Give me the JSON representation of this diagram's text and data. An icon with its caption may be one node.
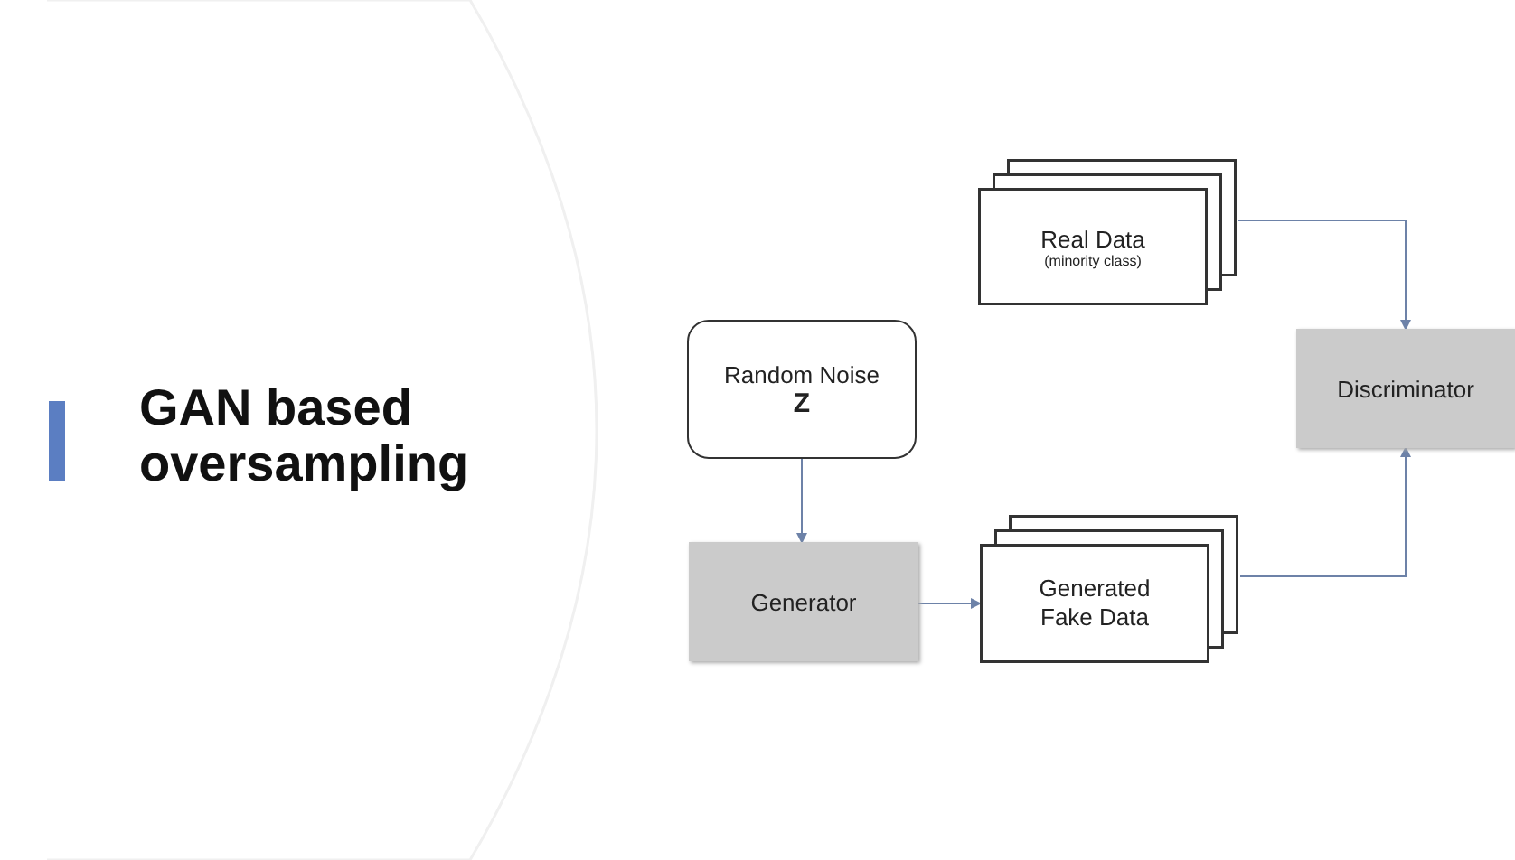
{
  "diagram": {
    "title": "GAN based oversampling",
    "nodes": [
      {
        "text": [
          "Real Data",
          "(minority class)"
        ]
      },
      {
        "text": [
          "Random Noise",
          "Z"
        ]
      },
      {
        "text": [
          "Generator"
        ]
      },
      {
        "text": [
          "Generated Fake Data"
        ]
      },
      {
        "text": [
          "Discriminator"
        ]
      }
    ],
    "edges": [
      {
        "from": 0,
        "to": 4,
        "arrow": "to"
      },
      {
        "from": 1,
        "to": 2,
        "arrow": "to"
      },
      {
        "from": 2,
        "to": 3,
        "arrow": "to"
      },
      {
        "from": 3,
        "to": 4,
        "arrow": "to"
      }
    ]
  }
}
